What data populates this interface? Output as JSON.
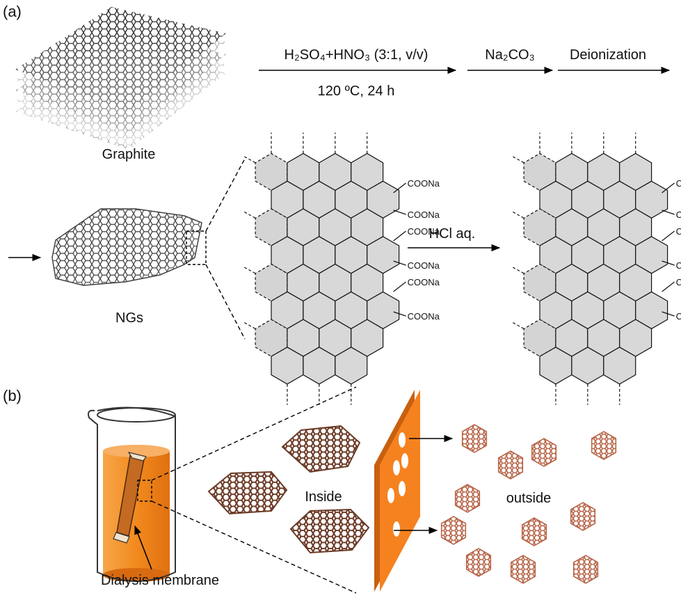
{
  "panel_a": {
    "label": "(a)",
    "reagent1": "H₂SO₄+HNO₃ (3:1, v/v)",
    "condition1": "120 ºC, 24 h",
    "reagent2": "Na₂CO₃",
    "reagent3": "Deionization",
    "graphite_label": "Graphite",
    "ngs_label": "NGs",
    "reagent4": "HCl aq.",
    "group_salt": "COONa",
    "group_acid": "COOH"
  },
  "panel_b": {
    "label": "(b)",
    "inside_label": "Inside",
    "outside_label": "outside",
    "membrane_label": "Dialysis membrane"
  },
  "colors": {
    "beaker_liquid": "#f28a1e",
    "membrane_panel": "#f5821f",
    "nanosheet_dark": "#6b3a26",
    "nanosheet_light": "#b8664a",
    "graphite_dark": "#2a2a2a"
  }
}
